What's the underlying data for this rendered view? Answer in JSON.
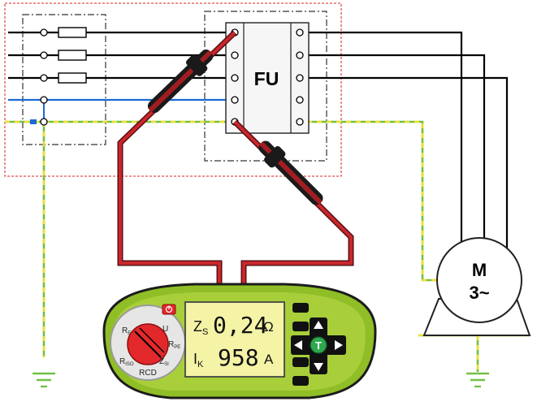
{
  "fuse_unit": {
    "label": "FU"
  },
  "motor": {
    "label_line1": "M",
    "label_line2": "3~"
  },
  "instrument": {
    "display": {
      "zs_symbol": "Z",
      "zs_subscript": "S",
      "zs_value": "0,24",
      "zs_unit": "Ω",
      "ik_symbol": "I",
      "ik_subscript": "K",
      "ik_value": "958",
      "ik_unit": "A"
    },
    "dial": {
      "top_left_main": "R",
      "top_left_sub": "E",
      "top_right": "U",
      "mid_right_main": "R",
      "mid_right_sub": "PE",
      "bottom_left_main": "R",
      "bottom_left_sub": "ISO",
      "bottom_right_main": "Z",
      "bottom_right_sub": "SI",
      "bottom": "RCD"
    },
    "test_button_label": "T"
  },
  "colors": {
    "phase_wire": "#000000",
    "neutral_wire": "#1a6ad6",
    "pe_wire_green": "#74c043",
    "pe_wire_yellow": "#f0e030",
    "test_lead": "#b32025",
    "boundary": "#e05050",
    "instrument_body": "#a8cf3a",
    "display_bg": "#f4f3a6",
    "dial_knob": "#e3282c"
  }
}
